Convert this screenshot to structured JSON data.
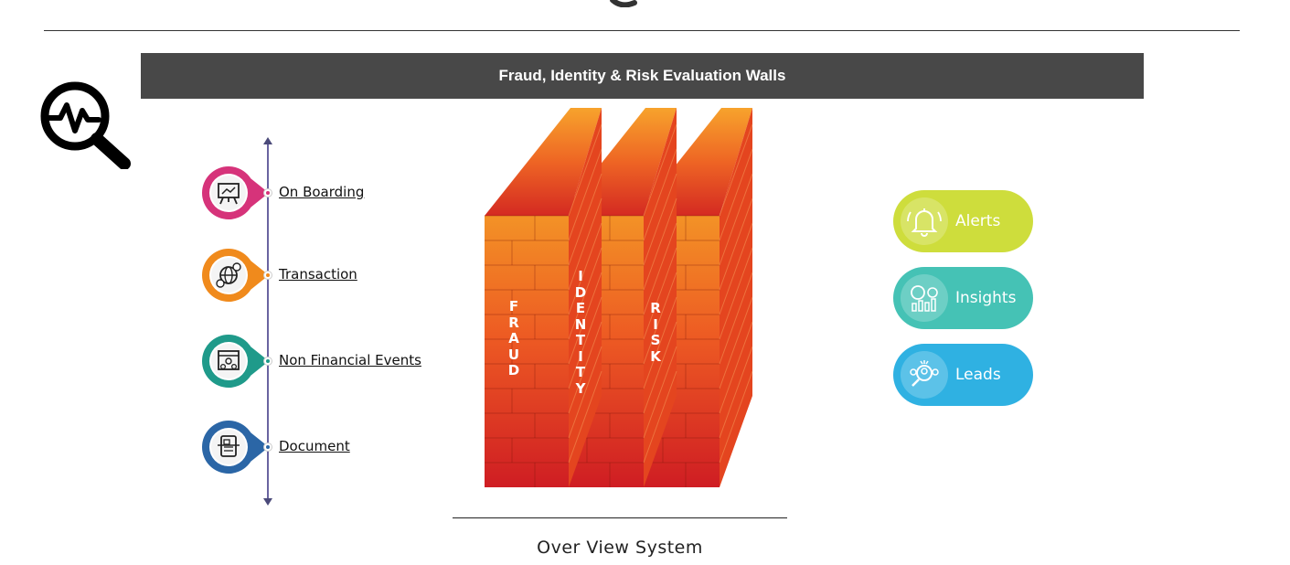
{
  "banner": {
    "title": "Fraud, Identity & Risk Evaluation Walls"
  },
  "timeline": {
    "stages": [
      {
        "label": "On Boarding",
        "icon": "presentation-board-icon",
        "color": "#d6337a"
      },
      {
        "label": "Transaction",
        "icon": "globe-exchange-icon",
        "color": "#f08a1c"
      },
      {
        "label": "Non Financial Events",
        "icon": "calendar-meeting-icon",
        "color": "#1f9a8a"
      },
      {
        "label": "Document",
        "icon": "document-scan-icon",
        "color": "#2b66a6"
      }
    ]
  },
  "walls": [
    {
      "label": "FRAUD",
      "letters": [
        "F",
        "R",
        "A",
        "U",
        "D"
      ]
    },
    {
      "label": "IDENTITY",
      "letters": [
        "I",
        "D",
        "E",
        "N",
        "T",
        "I",
        "T",
        "Y"
      ]
    },
    {
      "label": "RISK",
      "letters": [
        "R",
        "I",
        "S",
        "K"
      ]
    }
  ],
  "caption": "Over View System",
  "outputs": [
    {
      "label": "Alerts",
      "icon": "bell-icon",
      "color": "#cedd3c"
    },
    {
      "label": "Insights",
      "icon": "analytics-icon",
      "color": "#45c2b5"
    },
    {
      "label": "Leads",
      "icon": "people-search-icon",
      "color": "#2fb1e2"
    }
  ]
}
